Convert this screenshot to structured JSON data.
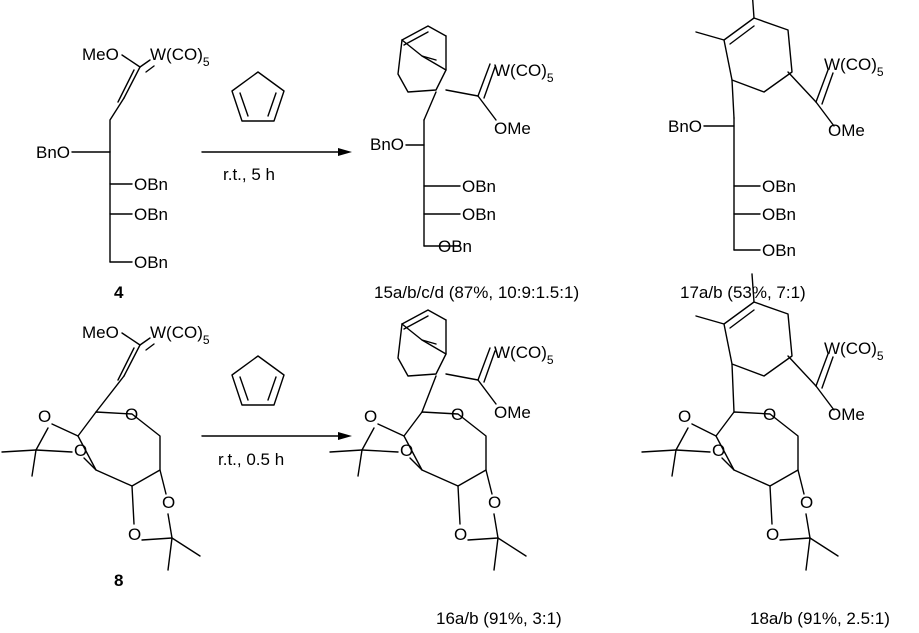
{
  "labels": {
    "meo": "MeO",
    "ome": "OMe",
    "w_co5": "W(CO)",
    "sub5": "5",
    "bno": "BnO",
    "obn": "OBn",
    "o": "O"
  },
  "arrows": [
    {
      "condition": "r.t., 5 h"
    },
    {
      "condition": "r.t., 0.5 h"
    }
  ],
  "compounds": {
    "c4": {
      "id": "4"
    },
    "c8": {
      "id": "8"
    },
    "c15": {
      "id": "15a/b/c/d",
      "yield": "(87%, 10:9:1.5:1)"
    },
    "c17": {
      "id": "17a/b",
      "yield": "(53%, 7:1)"
    },
    "c16": {
      "id": "16a/b",
      "yield": "(91%, 3:1)"
    },
    "c18": {
      "id": "18a/b",
      "yield": "(91%, 2.5:1)"
    }
  }
}
